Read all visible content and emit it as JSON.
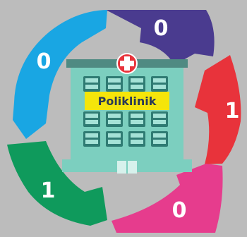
{
  "hospital": {
    "label": "Poliklinik"
  },
  "cycle": {
    "segments": [
      {
        "digit": "0",
        "color": "#4a3b8f"
      },
      {
        "digit": "1",
        "color": "#e8333b"
      },
      {
        "digit": "0",
        "color": "#e63c8d"
      },
      {
        "digit": "1",
        "color": "#0f9a5c"
      },
      {
        "digit": "0",
        "color": "#19a6e3"
      }
    ]
  },
  "colors": {
    "background": "#bcbcbc",
    "building": "#7ccfbf",
    "roof": "#4f8a82",
    "windows": "#2f7b73",
    "window_glass": "#a5e2d7",
    "label_bg": "#f5e50a",
    "cross_bg": "#e8333b"
  }
}
